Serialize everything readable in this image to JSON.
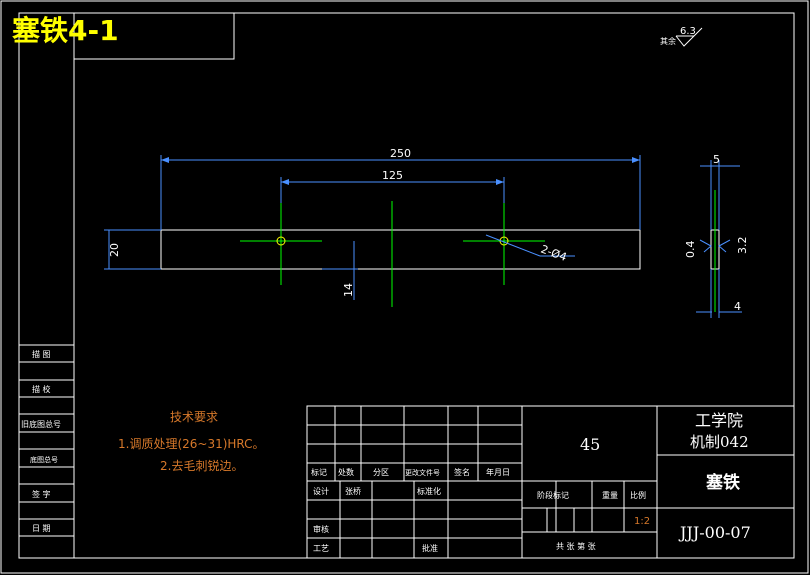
{
  "drawing_title": "塞铁4-1",
  "roughness": {
    "note": "其余",
    "value": "6.3"
  },
  "dimensions": {
    "overall_length": "250",
    "hole_spacing": "125",
    "height": "20",
    "offset": "14",
    "holes": "2-Ø4",
    "thickness": "5",
    "side_left": "0.4",
    "side_right": "3.2",
    "bottom": "4"
  },
  "side_labels": [
    "描 图",
    "描 校",
    "旧底图总号",
    "底图总号",
    "签 字",
    "日 期"
  ],
  "tech_req": {
    "title": "技术要求",
    "items": [
      "1.调质处理(26~31)HRC。",
      "2.去毛刺锐边。"
    ]
  },
  "title_block": {
    "material": "45",
    "school_line1": "工学院",
    "school_line2": "机制042",
    "part_name": "塞铁",
    "drawing_no": "JJJ-00-07",
    "scale": "1:2",
    "headers": [
      "标记",
      "处数",
      "分区",
      "更改文件号",
      "签名",
      "年月日"
    ],
    "design": "设计",
    "designer": "张桥",
    "standardize": "标准化",
    "stage": "阶段标记",
    "weight": "重量",
    "ratio": "比例",
    "review": "审核",
    "process": "工艺",
    "approve": "批准",
    "sheets": "共 张 第 张"
  }
}
